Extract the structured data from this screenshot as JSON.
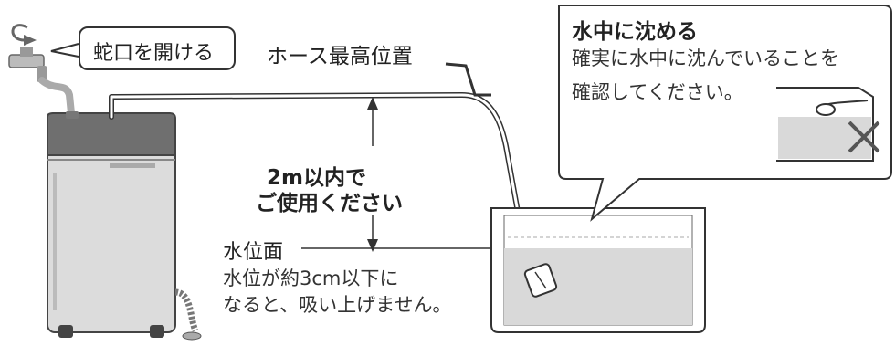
{
  "faucet_callout": "蛇口を開ける",
  "hose_max_label": "ホース最高位置",
  "height_range": {
    "line1": "2m以内で",
    "line2": "ご使用ください"
  },
  "water_level": {
    "title": "水位面",
    "note_line1": "水位が約3cm以下に",
    "note_line2": "なると、吸い上げません。"
  },
  "submerge_callout": {
    "title": "水中に沈める",
    "line1": "確実に水中に沈んでいることを",
    "line2": "確認してください。"
  },
  "colors": {
    "line": "#333333",
    "machine_top": "#6f6f6f",
    "machine_body": "#dcdcdc",
    "water": "#d9d9d9",
    "wrong_mark": "#555555"
  }
}
